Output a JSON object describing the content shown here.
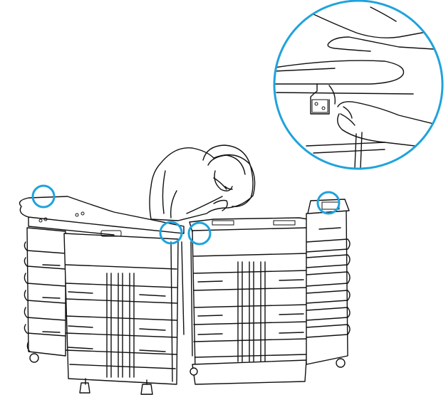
{
  "figure": {
    "subject": "assembly-illustration",
    "highlight_color": "#1fa3dc",
    "line_color": "#111111",
    "background": "#ffffff"
  },
  "callouts": [
    {
      "name": "callout-left-counter-top"
    },
    {
      "name": "callout-center-joint-left"
    },
    {
      "name": "callout-center-joint-right"
    },
    {
      "name": "callout-right-case-top"
    }
  ],
  "zoom_detail": {
    "name": "zoom-detail-circle"
  }
}
